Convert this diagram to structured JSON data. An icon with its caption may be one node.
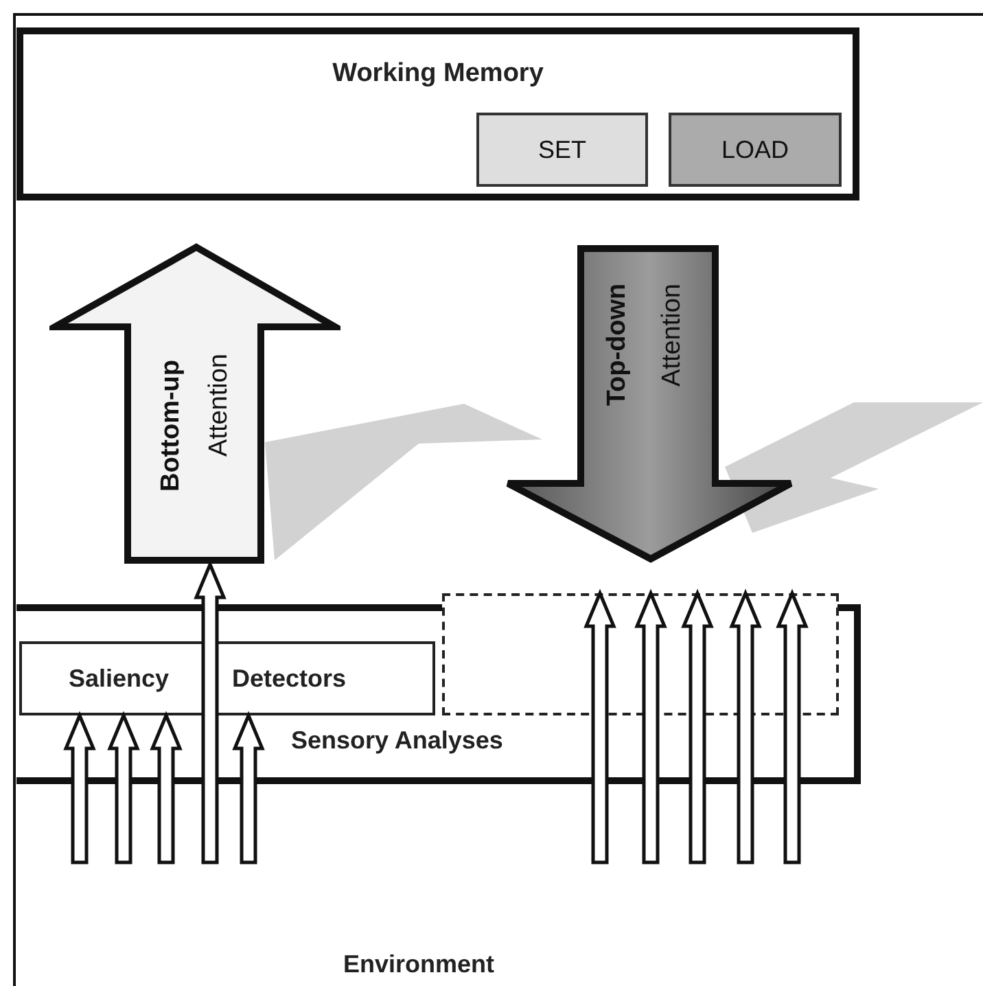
{
  "diagram": {
    "nodes": [
      {
        "text": [
          "Working Memory"
        ]
      },
      {
        "text": [
          "SET"
        ],
        "in": 0
      },
      {
        "text": [
          "LOAD"
        ],
        "in": 0
      },
      {
        "text": [
          "Bottom-up",
          "Attention"
        ]
      },
      {
        "text": [
          "Top-down",
          "Attention"
        ]
      },
      {
        "text": [
          "Sensory Analyses"
        ]
      },
      {
        "text": [
          "Saliency",
          "Detectors"
        ],
        "in": 5
      },
      {
        "text": [],
        "shape": "box"
      }
    ],
    "edges": [
      {
        "from": null,
        "to": 6,
        "arrow": "to"
      },
      {
        "from": null,
        "to": 6,
        "arrow": "to"
      },
      {
        "from": null,
        "to": 6,
        "arrow": "to"
      },
      {
        "from": null,
        "to": 6,
        "arrow": "to"
      },
      {
        "from": null,
        "to": 3,
        "arrow": "to"
      },
      {
        "from": null,
        "to": 7,
        "arrow": "to"
      },
      {
        "from": null,
        "to": 7,
        "arrow": "to"
      },
      {
        "from": null,
        "to": 7,
        "arrow": "to"
      },
      {
        "from": null,
        "to": 7,
        "arrow": "to"
      },
      {
        "from": null,
        "to": 7,
        "arrow": "to"
      }
    ],
    "labels": [
      "Environment"
    ]
  }
}
